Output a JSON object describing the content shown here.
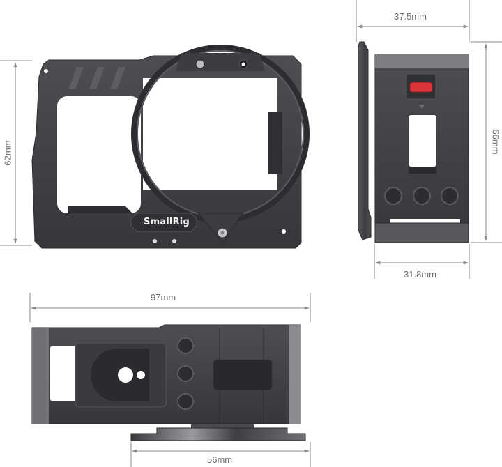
{
  "diagram": {
    "subject": "SmallRig camera cage dimension drawing",
    "brand_logo": "SmallRig",
    "colors": {
      "metal_dark": "#3a3b3e",
      "metal_mid": "#4a4b4f",
      "metal_light": "#8c8d90",
      "dimension_line": "#8a8a8a",
      "dimension_text": "#6e6e6e",
      "accent_red": "#d9343a"
    },
    "views": {
      "front": {
        "label": "front-view"
      },
      "side": {
        "label": "side-view"
      },
      "bottom": {
        "label": "bottom-view"
      }
    },
    "dimensions": {
      "front_height": "62mm",
      "side_depth": "37.5mm",
      "side_height": "66mm",
      "side_base_width": "31.8mm",
      "bottom_length": "97mm",
      "bottom_plate_width": "56mm"
    }
  }
}
